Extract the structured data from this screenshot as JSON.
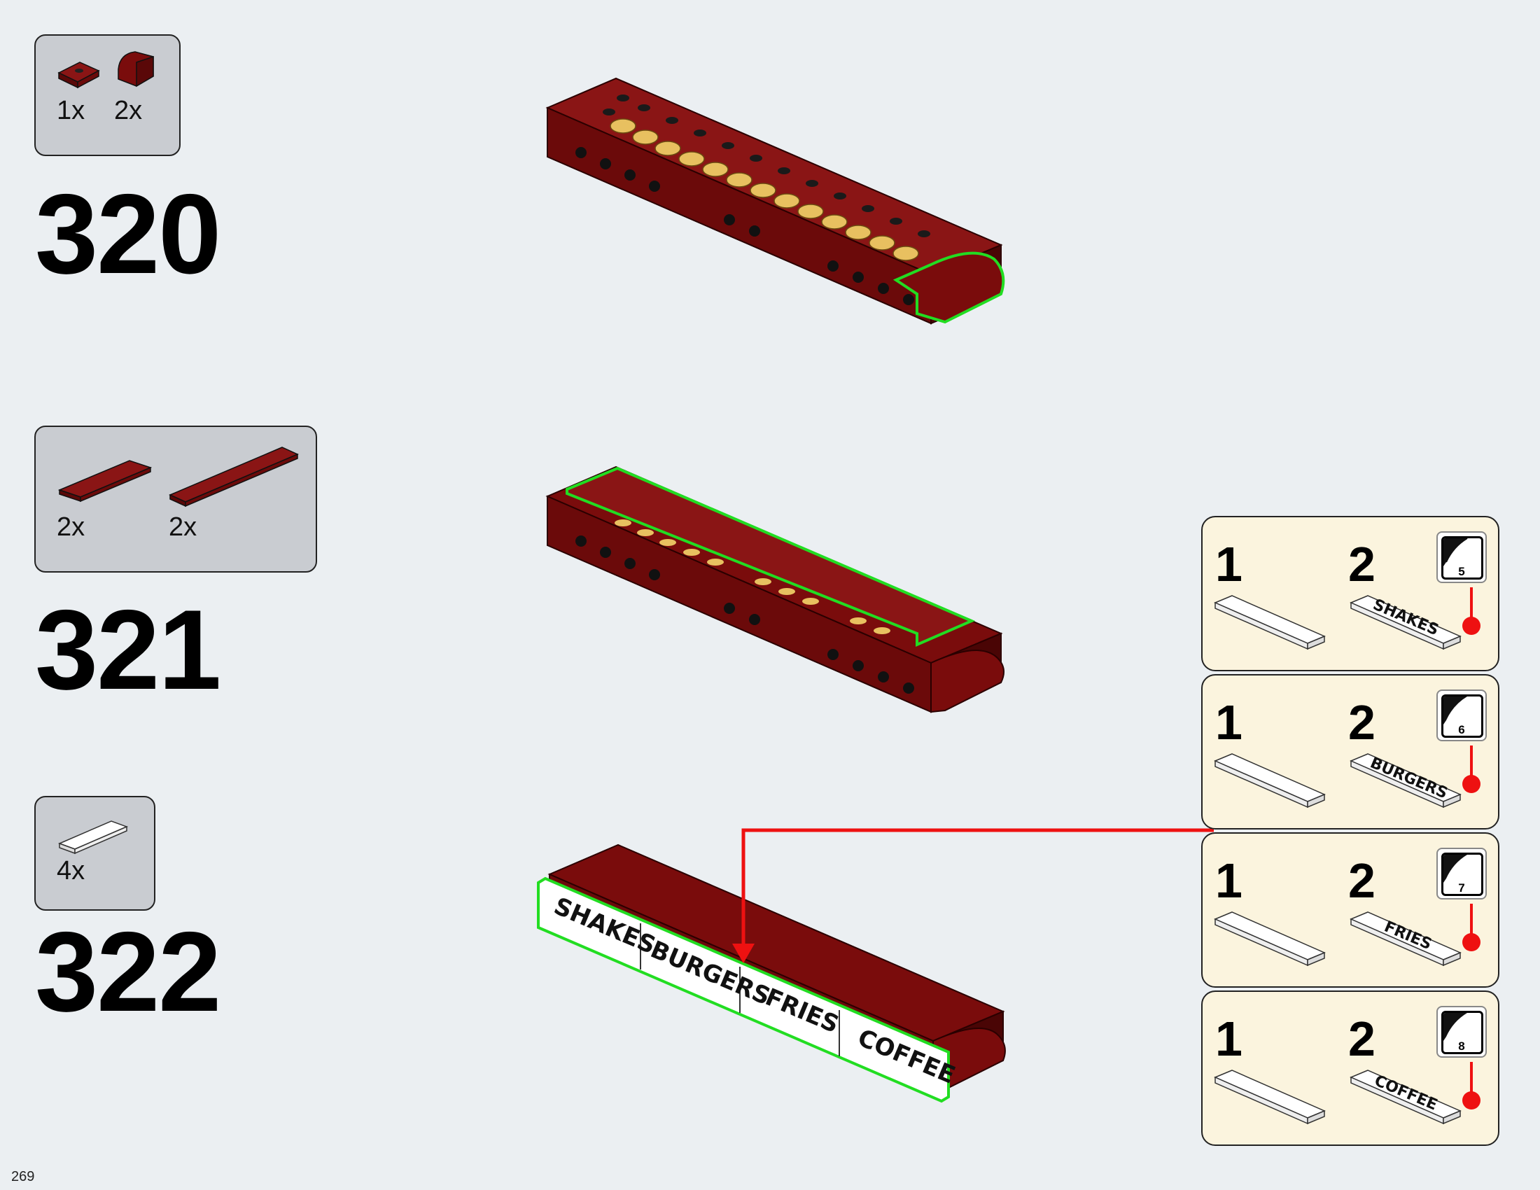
{
  "page": {
    "number": "269"
  },
  "steps": [
    {
      "number": "320",
      "parts": [
        {
          "qty": "1x",
          "piece": "plate-icon"
        },
        {
          "qty": "2x",
          "piece": "curved-slope-icon"
        }
      ]
    },
    {
      "number": "321",
      "parts": [
        {
          "qty": "2x",
          "piece": "tile-short-icon"
        },
        {
          "qty": "2x",
          "piece": "tile-long-icon"
        }
      ]
    },
    {
      "number": "322",
      "parts": [
        {
          "qty": "4x",
          "piece": "white-tile-icon"
        }
      ]
    }
  ],
  "signs": [
    "SHAKES",
    "BURGERS",
    "FRIES",
    "COFFEE"
  ],
  "subassemblies": [
    {
      "step1": "1",
      "step2": "2",
      "sticker": "5",
      "label": "SHAKES"
    },
    {
      "step1": "1",
      "step2": "2",
      "sticker": "6",
      "label": "BURGERS"
    },
    {
      "step1": "1",
      "step2": "2",
      "sticker": "7",
      "label": "FRIES"
    },
    {
      "step1": "1",
      "step2": "2",
      "sticker": "8",
      "label": "COFFEE"
    }
  ],
  "colors": {
    "brick": "#6b0a0a",
    "brick_top": "#8a1515",
    "brick_dark": "#4a0505",
    "gold": "#e8c060",
    "highlight": "#22dd22",
    "callout": "#ee1111",
    "panel": "#fbf4de",
    "parts_box": "#c9ccd1"
  }
}
